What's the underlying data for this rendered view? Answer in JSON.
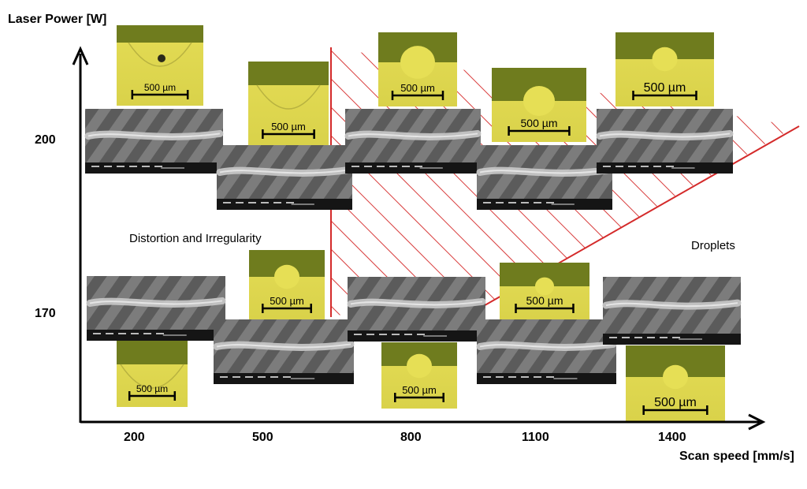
{
  "y_axis": {
    "title": "Laser Power [W]",
    "ticks": [
      "200",
      "170"
    ]
  },
  "x_axis": {
    "title": "Scan speed [mm/s]",
    "ticks": [
      "200",
      "500",
      "800",
      "1100",
      "1400"
    ]
  },
  "regions": {
    "left": "Distortion and Irregularity",
    "right": "Droplets"
  },
  "scale_bar_label": "500 µm",
  "colors": {
    "axis": "#000000",
    "boundary": "#d42a2a",
    "hatch": "#d94040",
    "micrograph_bg": "#e6df55",
    "micrograph_top": "#6f7c1e",
    "sem_bg": "#5a5a5a"
  }
}
